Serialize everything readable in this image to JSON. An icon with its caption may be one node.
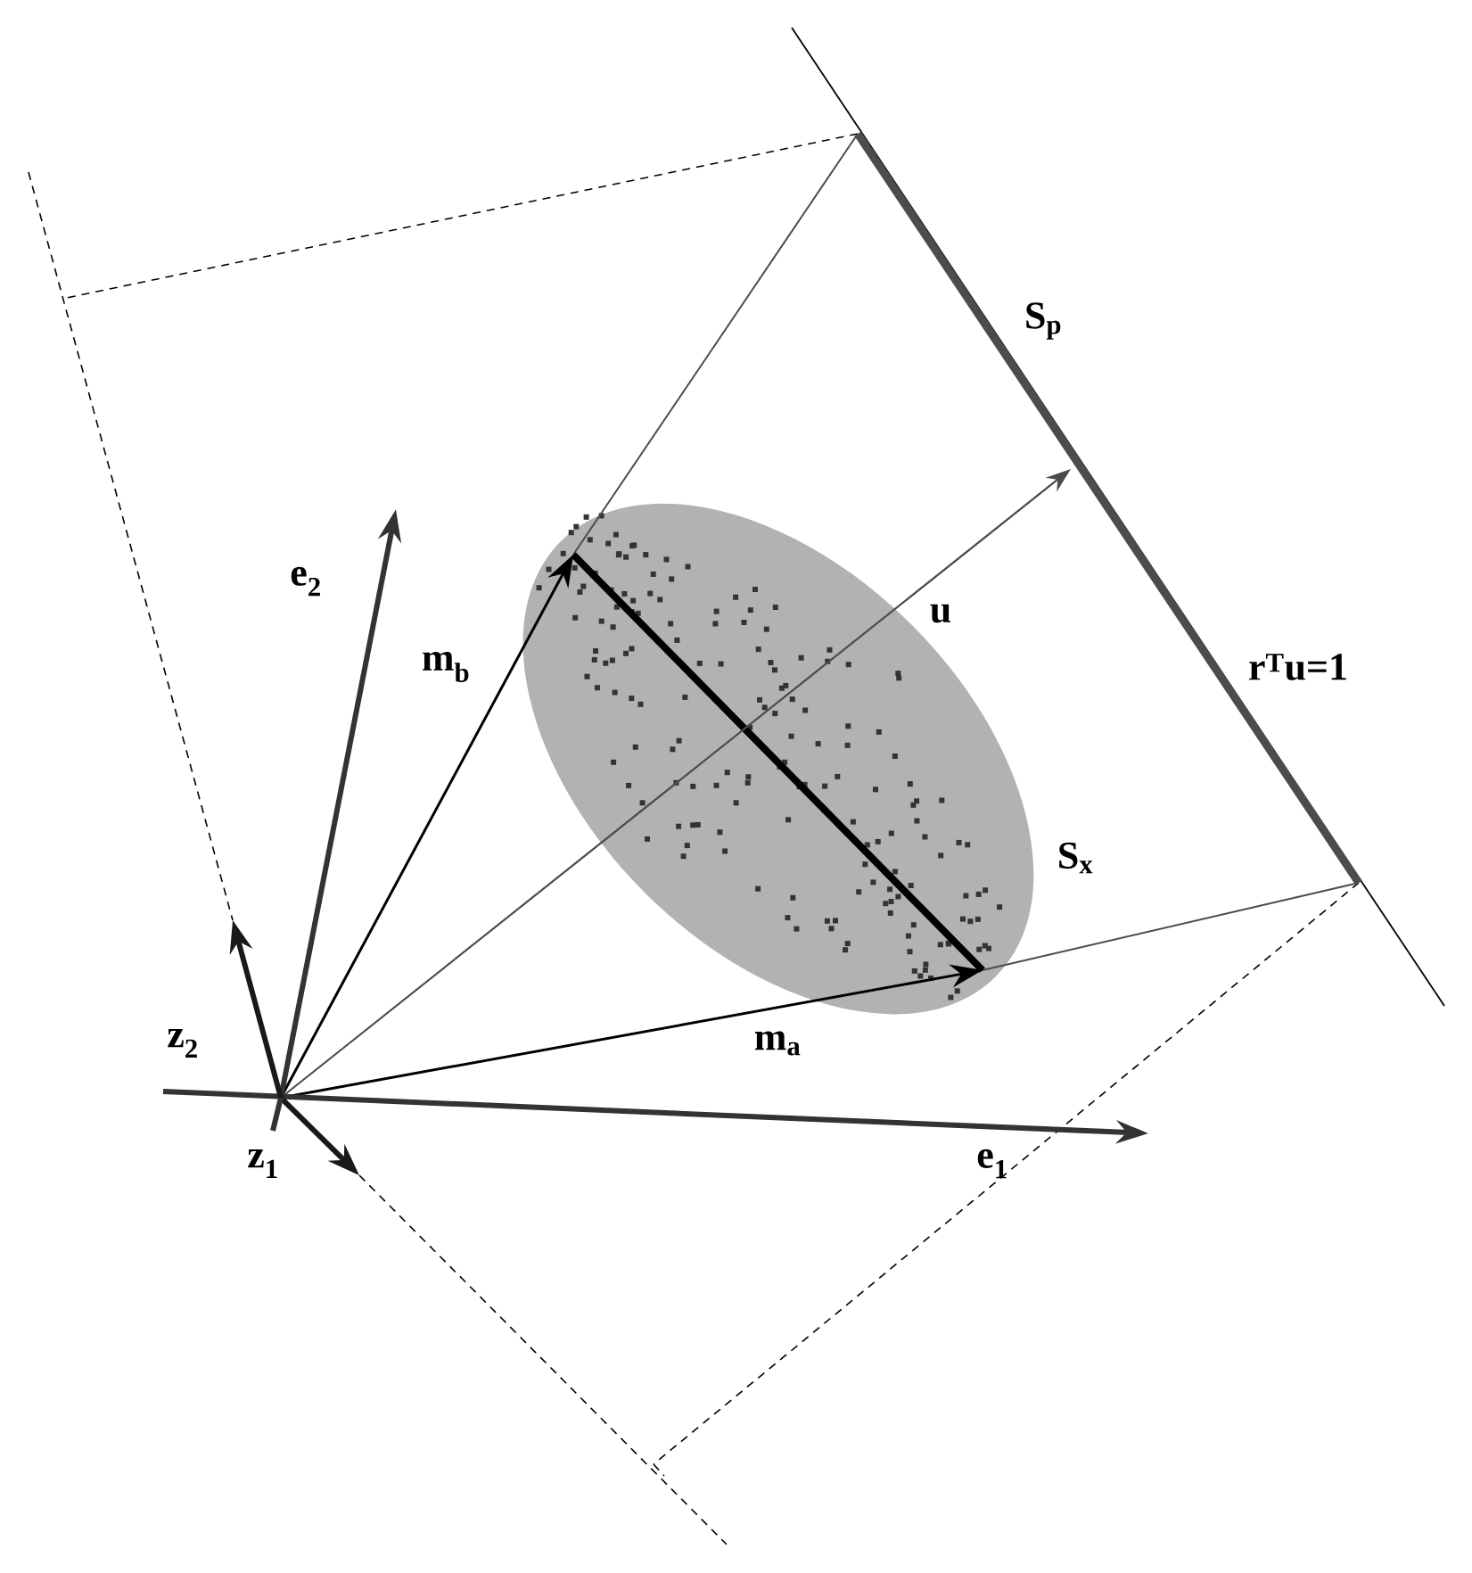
{
  "diagram": {
    "labels": [
      "S$_{p}$",
      "e$_{2}$",
      "u",
      "m$_{b}$",
      "r$^{T}$u=1",
      "S$_{x}$",
      "z$_{2}$",
      "m$_{a}$",
      "z$_{1}$",
      "e$_{1}$"
    ]
  }
}
